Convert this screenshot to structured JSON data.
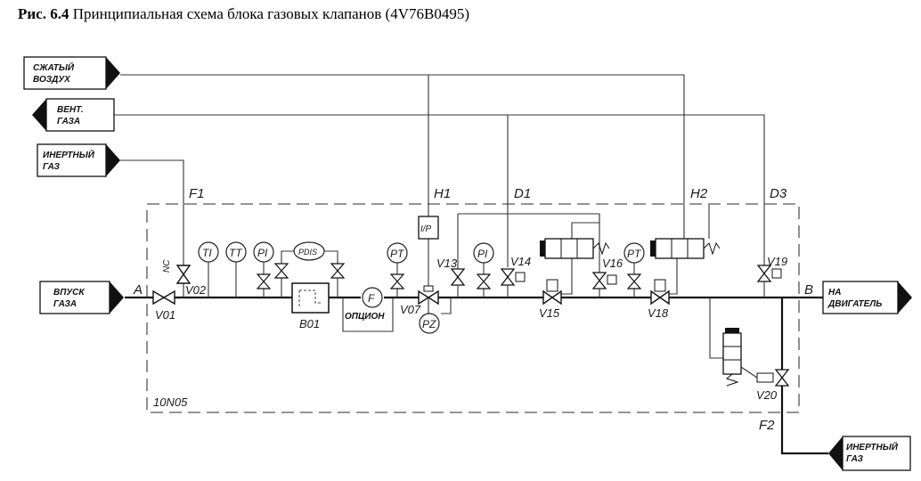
{
  "caption": {
    "fig_label": "Рис. 6.4",
    "text": "Принципиальная схема блока газовых клапанов (4V76B0495)"
  },
  "terminals": {
    "compressed_air_1": "СЖАТЫЙ",
    "compressed_air_2": "ВОЗДУХ",
    "gas_vent_1": "ВЕНТ.",
    "gas_vent_2": "ГАЗА",
    "inert_gas_in_1": "ИНЕРТНЫЙ",
    "inert_gas_in_2": "ГАЗ",
    "gas_inlet_1": "ВПУСК",
    "gas_inlet_2": "ГАЗА",
    "to_engine_1": "НА",
    "to_engine_2": "ДВИГАТЕЛЬ",
    "inert_gas_out_1": "ИНЕРТНЫЙ",
    "inert_gas_out_2": "ГАЗ"
  },
  "line_labels": {
    "F1": "F1",
    "H1": "H1",
    "D1": "D1",
    "H2": "H2",
    "D3": "D3",
    "F2": "F2",
    "A": "A",
    "B": "B",
    "block": "10N05",
    "nc": "NC"
  },
  "valves": {
    "V01": "V01",
    "V02": "V02",
    "V07": "V07",
    "V13": "V13",
    "V14": "V14",
    "V15": "V15",
    "V16": "V16",
    "V18": "V18",
    "V19": "V19",
    "V20": "V20"
  },
  "instruments": {
    "TI": "TI",
    "TT": "TT",
    "PI1": "PI",
    "PDIS": "PDIS",
    "PT1": "PT",
    "PI2": "PI",
    "PT2": "PT",
    "PZ": "PZ",
    "F": "F",
    "IP": "I/P"
  },
  "components": {
    "B01": "B01",
    "option": "ОПЦИОН"
  }
}
